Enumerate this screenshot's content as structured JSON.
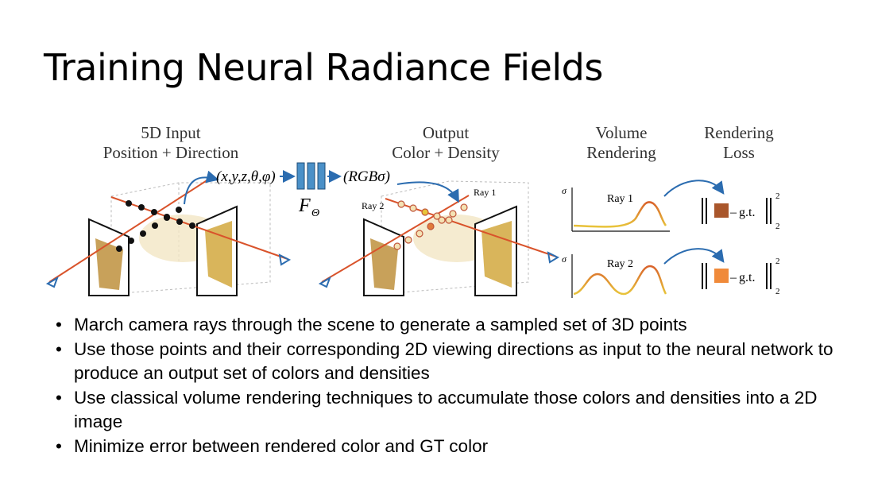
{
  "slide": {
    "title": "Training Neural Radiance Fields"
  },
  "figure": {
    "input_heading": [
      "5D Input",
      "Position + Direction"
    ],
    "input_tuple": "(x,y,z,θ,φ)",
    "network_label": "F",
    "network_subscript": "Θ",
    "output_tuple": "(RGBσ)",
    "output_heading": [
      "Output",
      "Color + Density"
    ],
    "volume_heading": [
      "Volume",
      "Rendering"
    ],
    "loss_heading": [
      "Rendering",
      "Loss"
    ],
    "ray1_label": "Ray 1",
    "ray2_label": "Ray 2",
    "sigma_label": "σ",
    "gt_label": "g.t.",
    "minus": "–",
    "norm_superscript": "2",
    "norm_subscript": "2",
    "colors": {
      "ray_red": "#d9532b",
      "camera_blue": "#2b6cb0",
      "network_blue": "#4a90c8",
      "curve_low": "#e8c43a",
      "curve_high": "#d9622b",
      "ray1_swatch": "#a9562b",
      "ray2_swatch": "#f08a3a"
    }
  },
  "bullets": [
    "March camera rays through the scene to generate a sampled set of 3D points",
    "Use those points and their corresponding 2D viewing directions as input to the neural network to produce an output set of colors and densities",
    "Use classical volume rendering techniques to accumulate those colors and densities into a 2D image",
    "Minimize error between rendered color and GT color"
  ]
}
